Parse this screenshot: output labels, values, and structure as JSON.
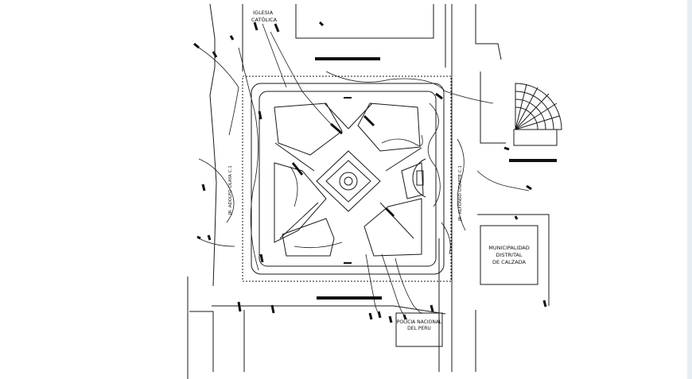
{
  "labels": {
    "church": [
      "IGLESIA",
      "CATÓLICA"
    ],
    "municipality": [
      "MUNICIPALIDAD",
      "DISTRITAL",
      "DE CALZADA"
    ],
    "police": [
      "POLICIA NACIONAL",
      "DEL PERU"
    ],
    "street_left": "JR. ADOLFO OLAYA C.1",
    "street_right": "JR. ALFONSO UGARTE C.1"
  },
  "colors": {
    "line": "#1a1a1a",
    "background": "#ffffff",
    "edge": "#e6eef4"
  }
}
